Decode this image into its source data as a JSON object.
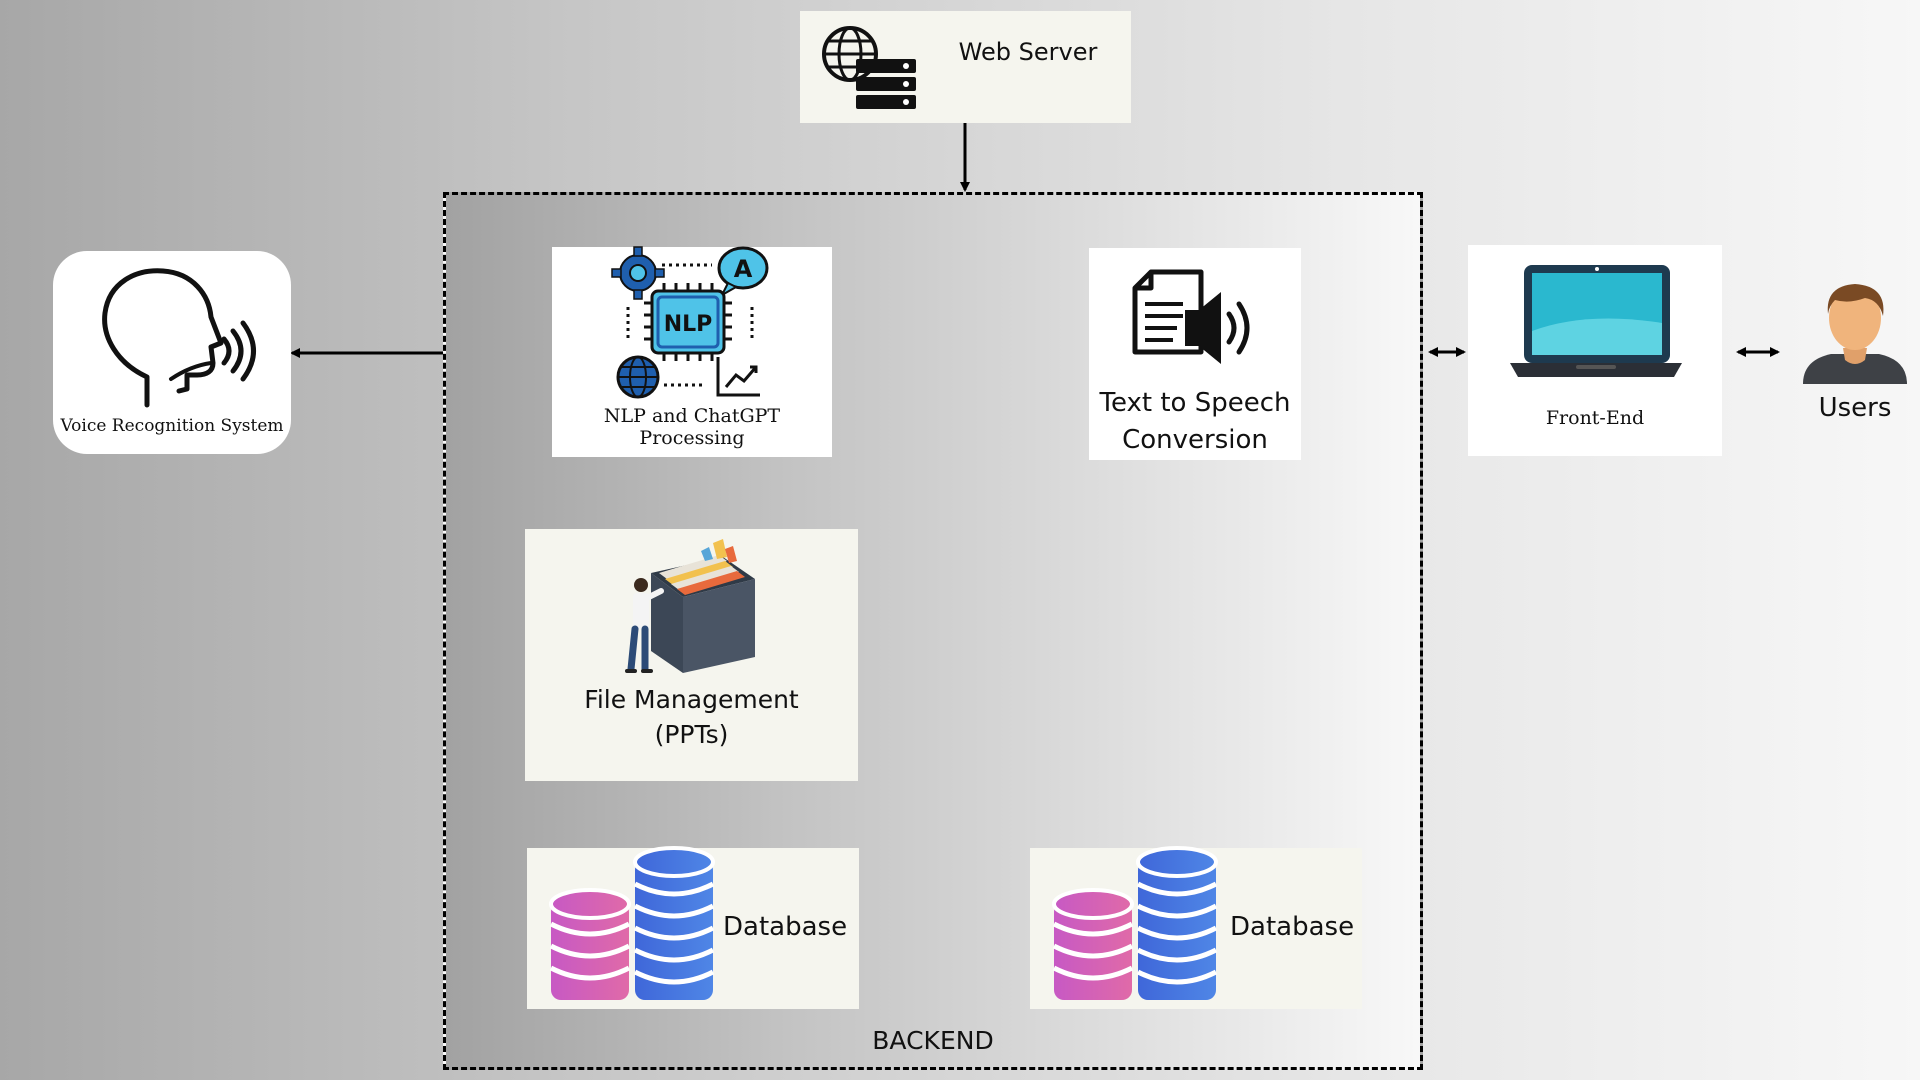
{
  "nodes": {
    "web_server": "Web Server",
    "voice_recognition": "Voice Recognition System",
    "nlp": "NLP and ChatGPT Processing",
    "nlp_chip_text": "NLP",
    "nlp_badge_text": "A",
    "tts_line1": "Text to Speech",
    "tts_line2": "Conversion",
    "file_mgmt_line1": "File Management",
    "file_mgmt_line2": "(PPTs)",
    "db_left": "Database",
    "db_right": "Database",
    "front_end": "Front-End",
    "users": "Users"
  },
  "backend_label": "BACKEND",
  "colors": {
    "cream_box": "#f5f5ee",
    "nlp_blue": "#1f5fae",
    "nlp_cyan": "#4fc3e8",
    "db_blue": "#3f67d9",
    "db_pink": "#c759c4",
    "laptop_screen": "#2ab8cf",
    "user_skin": "#f0b47c"
  },
  "icons": {
    "web_server": "server-globe-icon",
    "voice": "speaking-head-icon",
    "nlp": "nlp-chip-icon",
    "tts": "document-speaker-icon",
    "file_mgmt": "file-cabinet-person-icon",
    "database": "database-stack-icon",
    "front_end": "laptop-icon",
    "users": "user-avatar-icon"
  }
}
